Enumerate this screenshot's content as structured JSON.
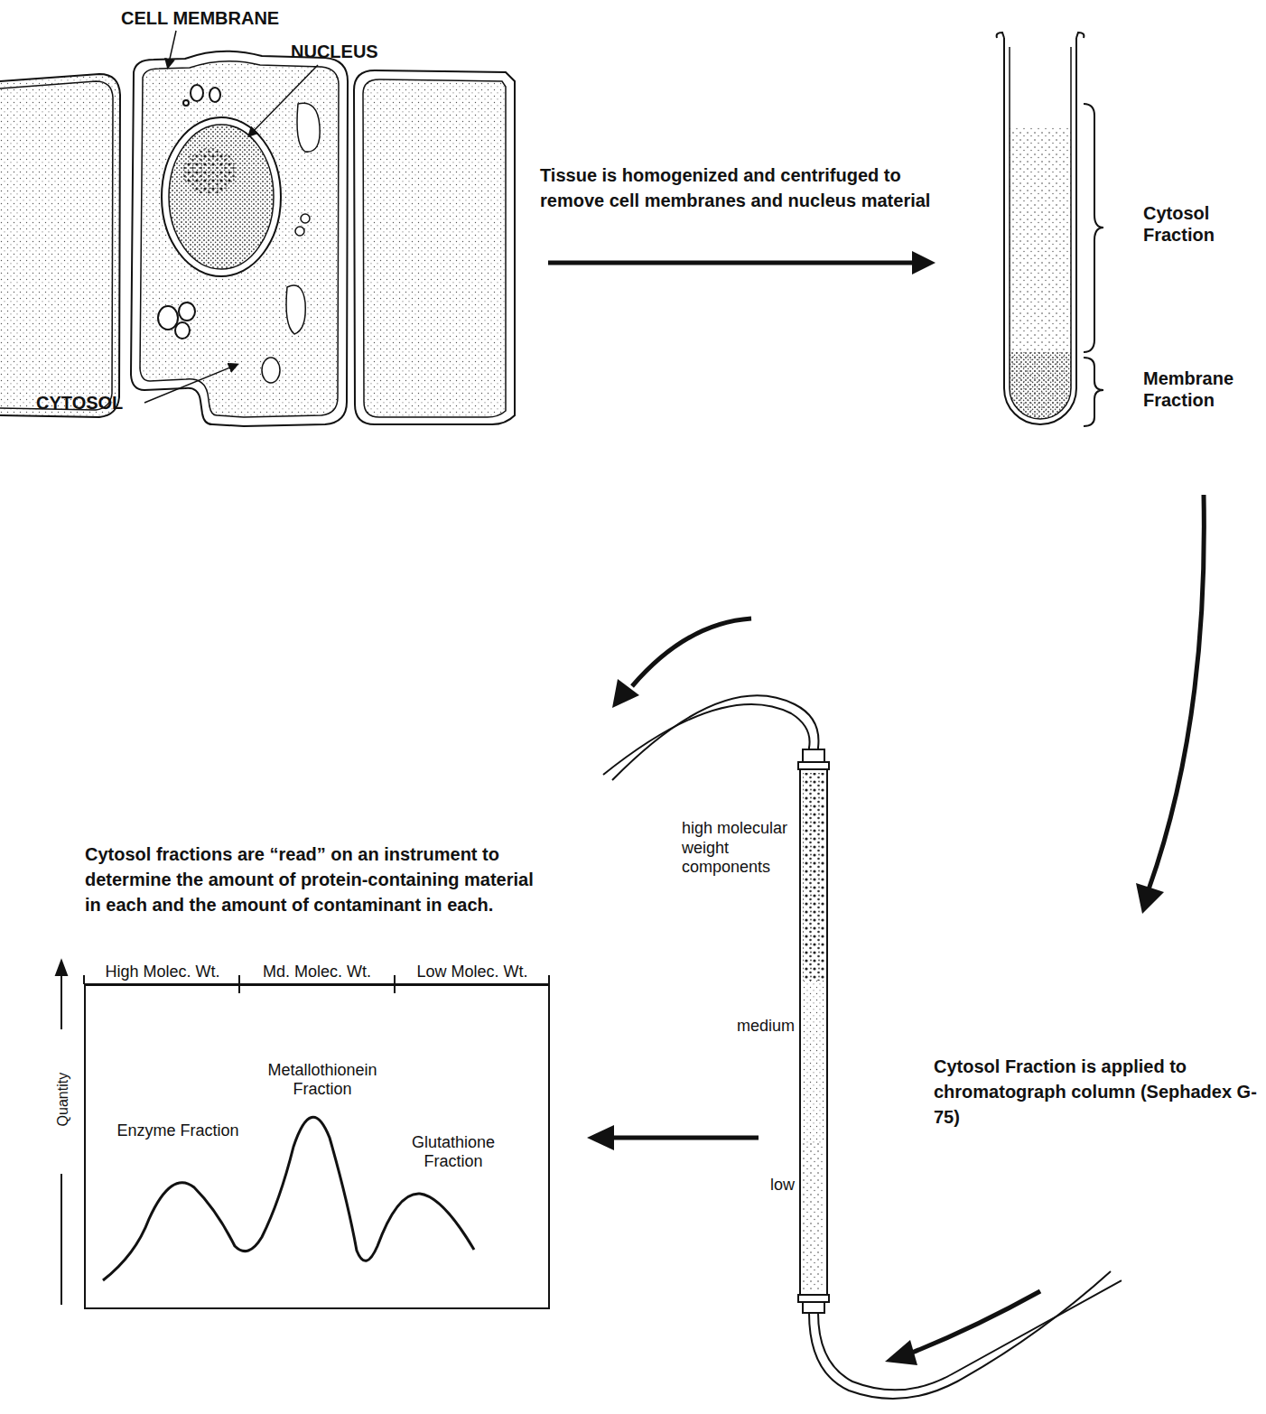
{
  "diagram": {
    "nodes": [
      {
        "text": [
          "Enzyme Fraction",
          "Metallothionein Fraction",
          "Glutathione Fraction"
        ]
      }
    ],
    "labels": [
      "CELL MEMBRANE",
      "NUCLEUS",
      "CYTOSOL",
      "Tissue is homogenized and centrifuged to remove cell membranes and nucleus material",
      "Cytosol Fraction",
      "Membrane Fraction",
      "high molecular weight components",
      "medium",
      "low",
      "Cytosol Fraction is applied to chromatograph column (Sephadex G-75)",
      "Cytosol fractions are “read” on an instrument to determine the amount of protein-containing material in each and the amount of contaminant in each.",
      "High Molec. Wt.",
      "Md. Molec. Wt.",
      "Low Molec. Wt.",
      "Quantity"
    ]
  }
}
